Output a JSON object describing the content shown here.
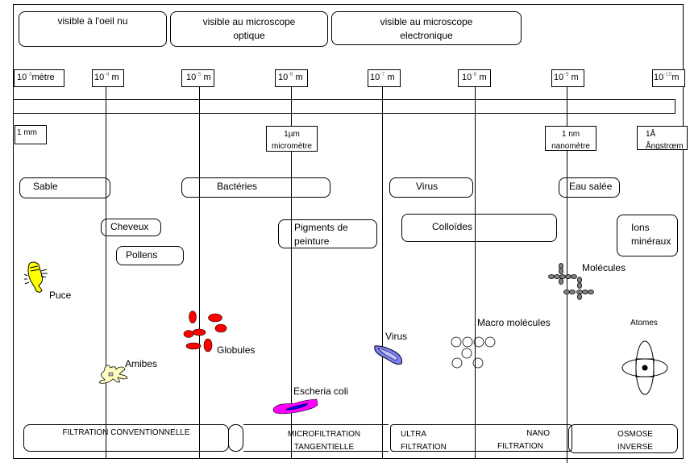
{
  "visibility": [
    {
      "line1": "visible à l'oeil nu",
      "line2": ""
    },
    {
      "line1": "visible au microscope",
      "line2": "optique"
    },
    {
      "line1": "visible au microscope",
      "line2": "electronique"
    }
  ],
  "scale": [
    {
      "base": "10",
      "exp": "-3",
      "unit": "mètre"
    },
    {
      "base": "10",
      "exp": "-4",
      "unit": "m"
    },
    {
      "base": "10",
      "exp": "-5",
      "unit": "m"
    },
    {
      "base": "10",
      "exp": "-6",
      "unit": "m"
    },
    {
      "base": "10",
      "exp": "-7",
      "unit": "m"
    },
    {
      "base": "10",
      "exp": "-8",
      "unit": "m"
    },
    {
      "base": "10",
      "exp": "-9",
      "unit": "m"
    },
    {
      "base": "10",
      "exp": "-10",
      "unit": "m"
    }
  ],
  "units": [
    {
      "line1": "1 mm",
      "line2": ""
    },
    {
      "line1": "1µm",
      "line2": "micromètre"
    },
    {
      "line1": "1 nm",
      "line2": "nanomètre"
    },
    {
      "line1": "1Å",
      "line2": "Ångstrœm"
    }
  ],
  "categories": {
    "sable": "Sable",
    "bacteries": "Bactéries",
    "virus": "Virus",
    "eau_salee": "Eau salée",
    "cheveux": "Cheveux",
    "pollens": "Pollens",
    "pigments": {
      "line1": "Pigments de",
      "line2": "peinture"
    },
    "colloides": "Colloïdes",
    "ions": {
      "line1": "Ions",
      "line2": "minéraux"
    }
  },
  "illustrations": {
    "puce": "Puce",
    "molecules": "Molécules",
    "globules": "Globules",
    "amibes": "Amibes",
    "virus": "Virus",
    "macro": "Macro molécules",
    "atomes": "Atomes",
    "ecoli": "Escheria coli"
  },
  "filtration": [
    {
      "line1": "FILTRATION CONVENTIONNELLE",
      "line2": ""
    },
    {
      "line1": "MICROFILTRATION",
      "line2": "TANGENTIELLE"
    },
    {
      "line1": "ULTRA",
      "line2": "FILTRATION"
    },
    {
      "line1": "NANO",
      "line2": "FILTRATION"
    },
    {
      "line1": "OSMOSE",
      "line2": "INVERSE"
    }
  ],
  "colors": {
    "globules": "#ff0000",
    "puce": "#ffff00",
    "amibes": "#ffffc0",
    "ecoli_outer": "#ff00ff",
    "ecoli_inner": "#0000ff",
    "virus": "#8080ff",
    "molecule": "#808080"
  }
}
